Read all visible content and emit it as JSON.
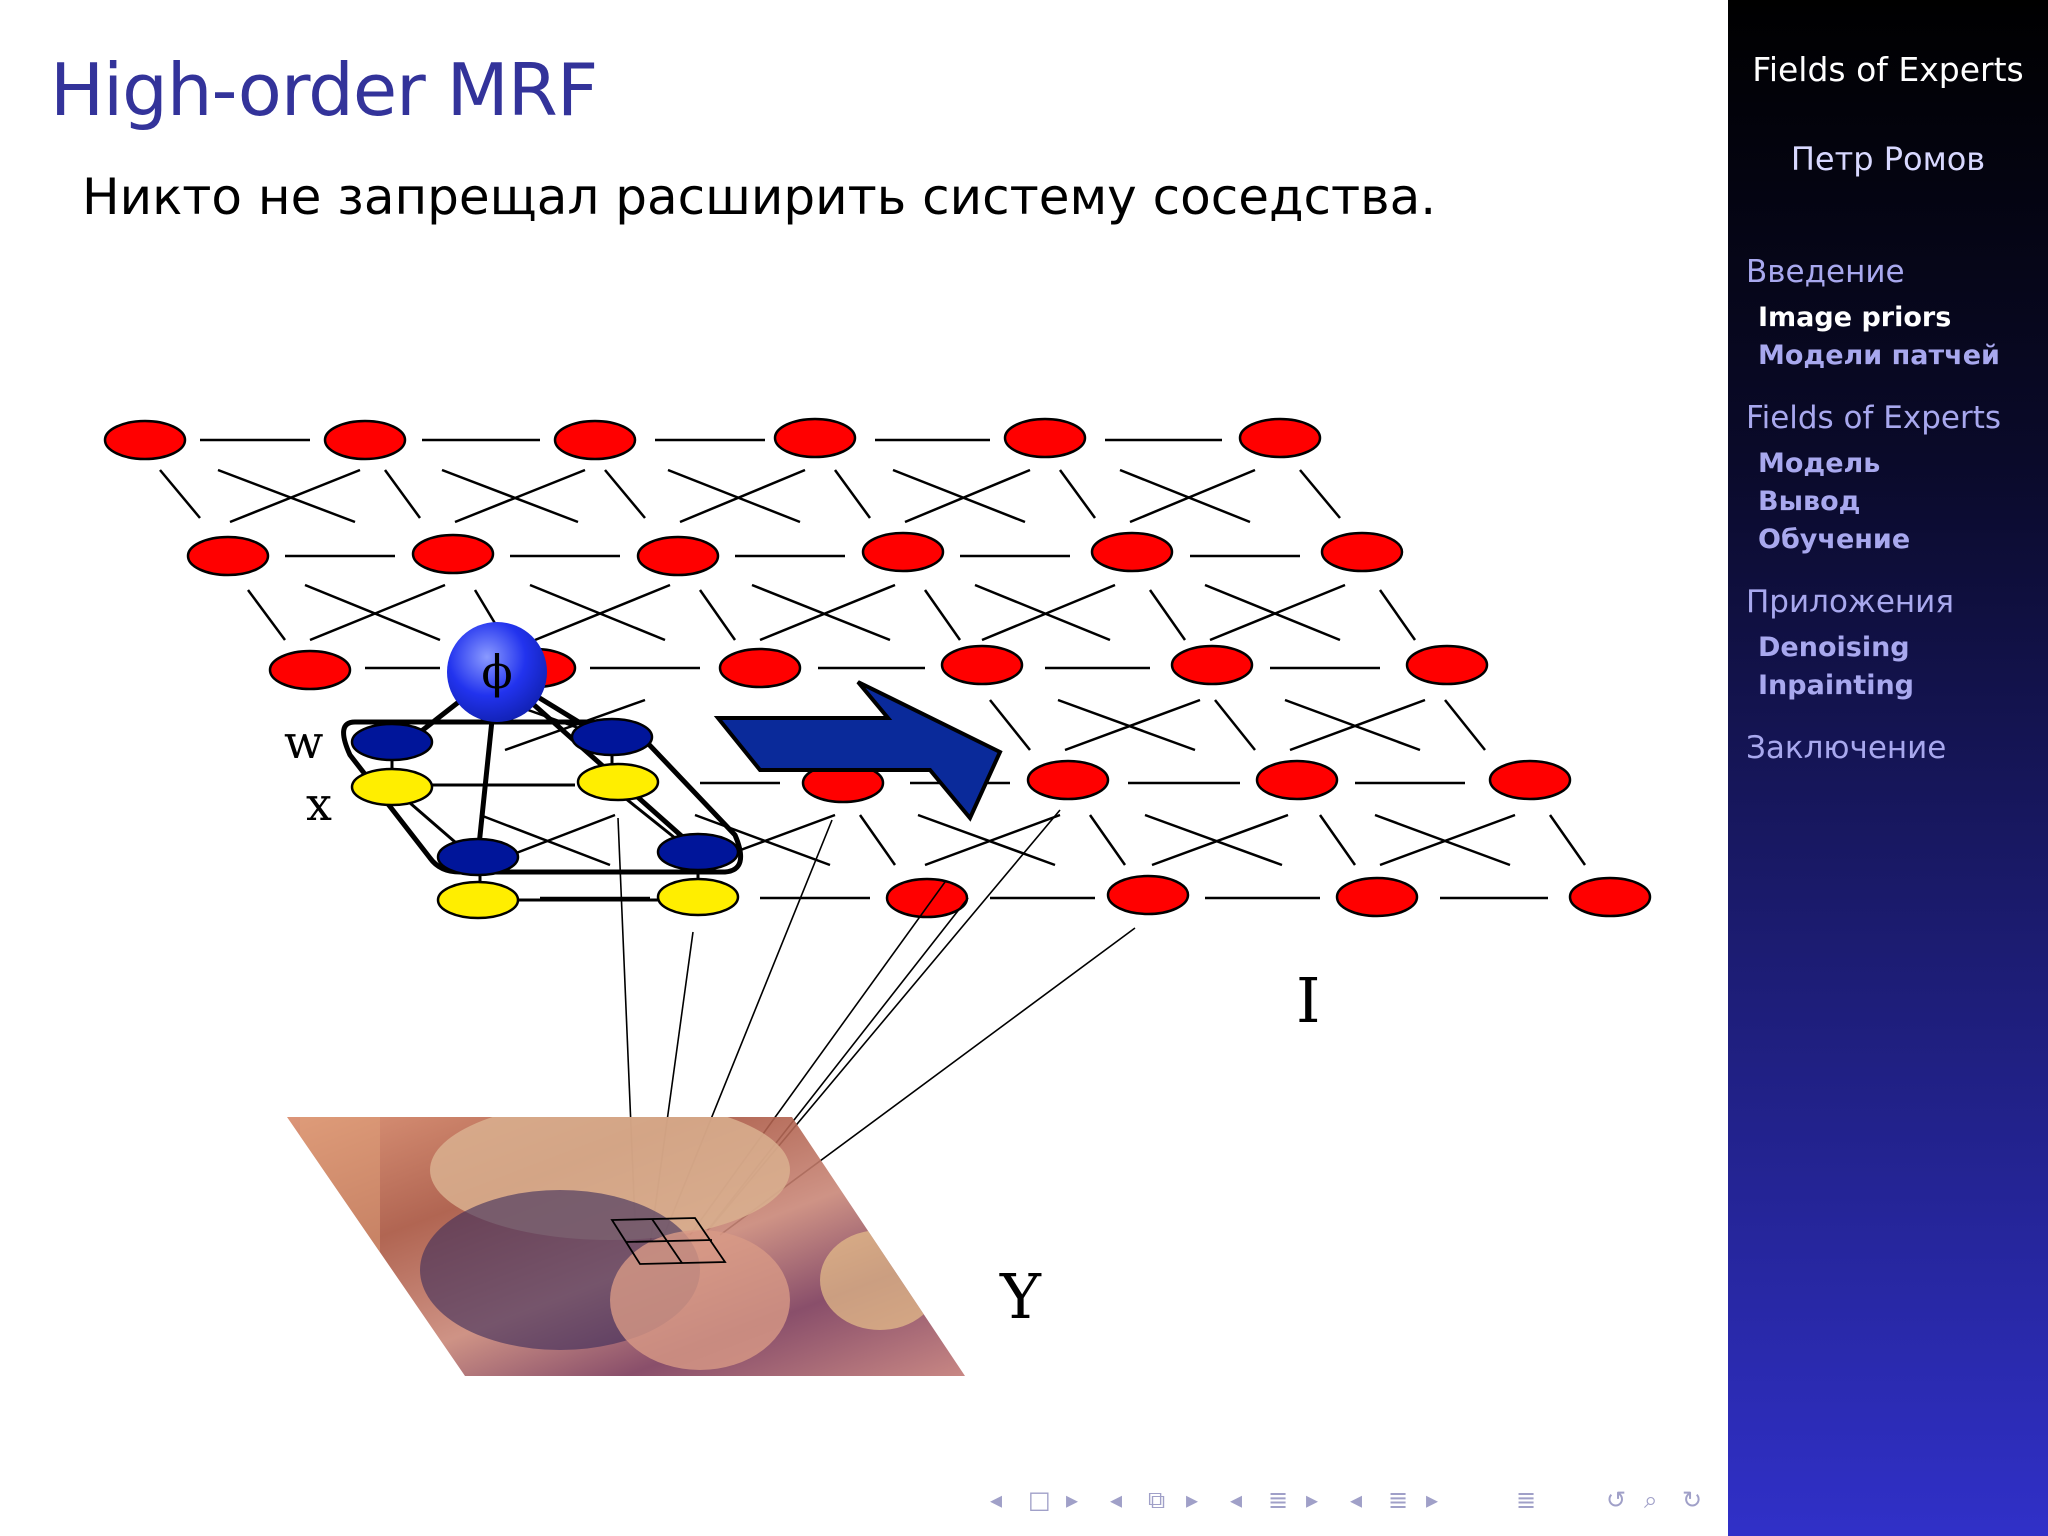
{
  "slide": {
    "title": "High-order MRF",
    "subtitle": "Никто не запрещал расширить систему соседства."
  },
  "figure": {
    "labels": {
      "w": "w",
      "x": "x",
      "phi": "ϕ",
      "i": "I",
      "y": "Y"
    },
    "colors": {
      "node_red": "#ff0000",
      "node_blue": "#00159a",
      "node_yellow": "#ffee00",
      "phi": "#2233ee",
      "arrow": "#0a2a9a",
      "image_tint": "#c86a6a"
    }
  },
  "sidebar": {
    "title": "Fields of Experts",
    "author": "Петр Ромов",
    "sections": [
      {
        "label": "Введение",
        "items": [
          {
            "label": "Image priors",
            "active": true
          },
          {
            "label": "Модели патчей",
            "active": false
          }
        ]
      },
      {
        "label": "Fields of Experts",
        "items": [
          {
            "label": "Модель",
            "active": false
          },
          {
            "label": "Вывод",
            "active": false
          },
          {
            "label": "Обучение",
            "active": false
          }
        ]
      },
      {
        "label": "Приложения",
        "items": [
          {
            "label": "Denoising",
            "active": false
          },
          {
            "label": "Inpainting",
            "active": false
          }
        ]
      },
      {
        "label": "Заключение",
        "items": []
      }
    ]
  },
  "nav": {
    "icons": [
      "nav-prev-frame-icon",
      "nav-frame-icon",
      "nav-next-frame-icon",
      "nav-prev-subsection-icon",
      "nav-subsection-icon",
      "nav-next-subsection-icon",
      "nav-prev-section-icon",
      "nav-section-icon",
      "nav-next-section-icon",
      "nav-prev-doc-icon",
      "nav-doc-icon",
      "nav-next-doc-icon",
      "nav-toc-icon",
      "nav-back-icon",
      "nav-search-icon",
      "nav-forward-icon"
    ],
    "glyphs": [
      "◂",
      "□",
      "▸",
      "◂",
      "⧉",
      "▸",
      "◂",
      "≣",
      "▸",
      "◂",
      "≣",
      "▸",
      "≣",
      "↺",
      "⌕",
      "↻"
    ]
  }
}
